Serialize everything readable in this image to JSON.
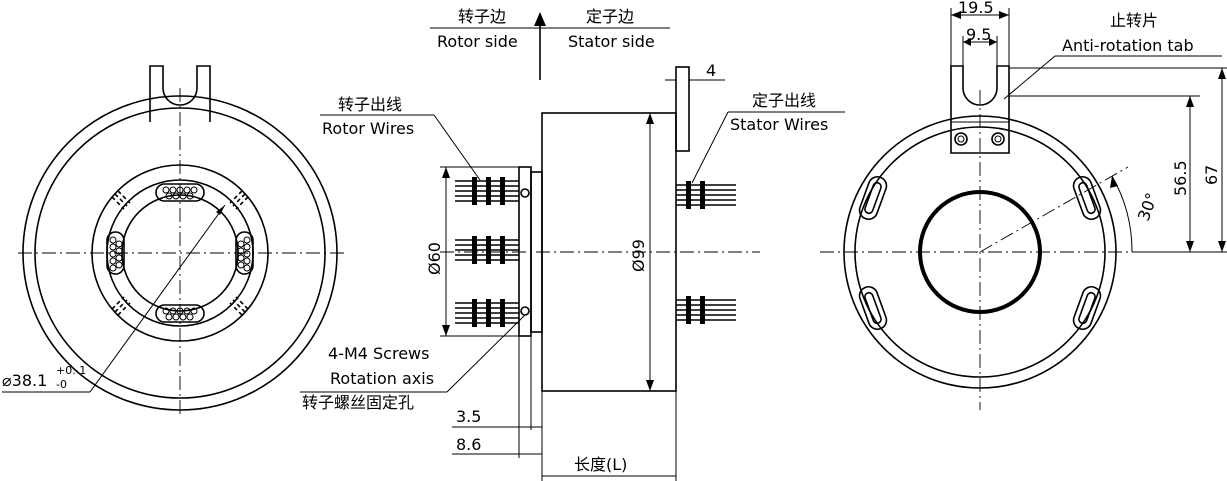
{
  "direction": {
    "rotor_cn": "转子边",
    "rotor_en": "Rotor side",
    "stator_cn": "定子边",
    "stator_en": "Stator  side"
  },
  "rotor_wires": {
    "cn": "转子出线",
    "en": "Rotor Wires"
  },
  "stator_wires": {
    "cn": "定子出线",
    "en": "Stator Wires"
  },
  "screws": {
    "line1": "4-M4 Screws",
    "line2": "Rotation axis",
    "cn": "转子螺丝固定孔"
  },
  "anti_rotation": {
    "cn": "止转片",
    "en": "Anti-rotation tab"
  },
  "dimensions": {
    "bore": "⌀38.1",
    "bore_tol_upper": "+0. 1",
    "bore_tol_lower": "-0",
    "d60": "Ø60",
    "d99": "Ø99",
    "tab_thickness": "4",
    "d3_5": "3.5",
    "d8_6": "8.6",
    "length": "长度(L)",
    "w19_5": "19.5",
    "w9_5": "9.5",
    "h56_5": "56.5",
    "h67": "67",
    "angle": "30°"
  }
}
